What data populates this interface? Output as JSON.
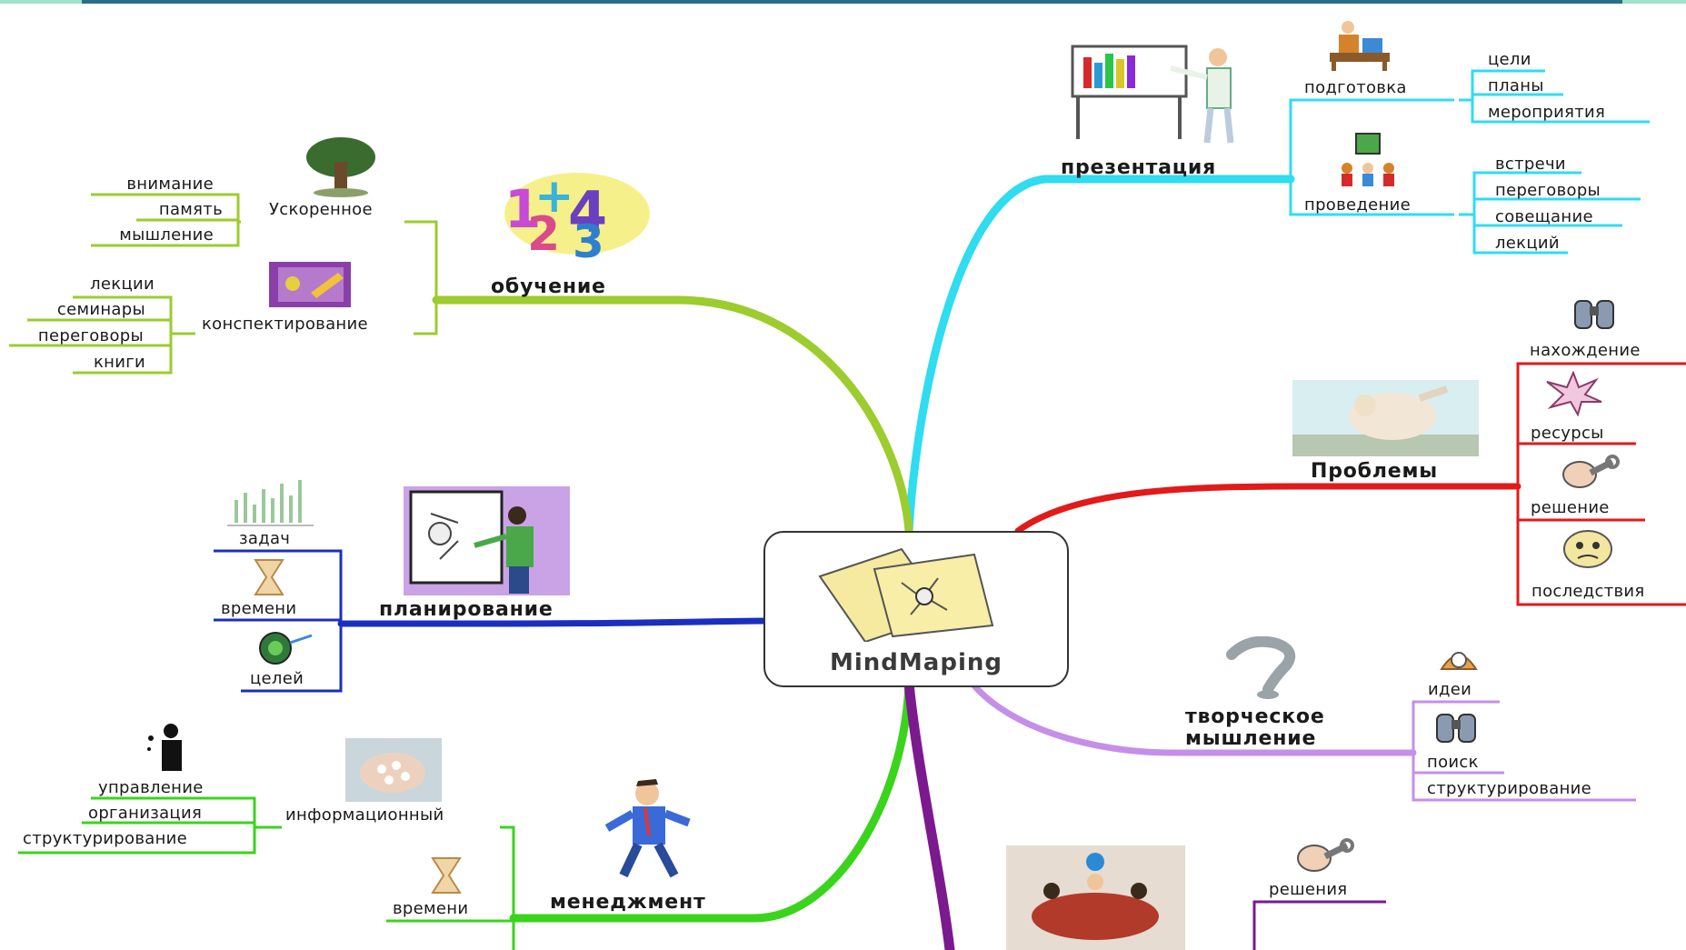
{
  "center": {
    "title": "MindMaping"
  },
  "branches": {
    "obuchenie": {
      "label": "обучение",
      "sub1": {
        "label": "Ускоренное",
        "items": [
          "внимание",
          "память",
          "мышление"
        ]
      },
      "sub2": {
        "label": "конспектирование",
        "items": [
          "лекции",
          "семинары",
          "переговоры",
          "книги"
        ]
      }
    },
    "planirovanie": {
      "label": "планирование",
      "items": [
        "задач",
        "времени",
        "целей"
      ]
    },
    "menedzhment": {
      "label": "менеджмент",
      "sub1": {
        "label": "информационный",
        "items": [
          "управление",
          "организация",
          "структурирование"
        ]
      },
      "sub2": {
        "label": "времени"
      }
    },
    "prezentaciya": {
      "label": "презентация",
      "sub1": {
        "label": "подготовка",
        "items": [
          "цели",
          "планы",
          "мероприятия"
        ]
      },
      "sub2": {
        "label": "проведение",
        "items": [
          "встречи",
          "переговоры",
          "совещание",
          "лекций"
        ]
      }
    },
    "problemy": {
      "label": "Проблемы",
      "items": [
        "нахождение",
        "ресурсы",
        "решение",
        "последствия"
      ]
    },
    "tvorcheskoe": {
      "label_line1": "творческое",
      "label_line2": "мышление",
      "items": [
        "идеи",
        "поиск",
        "структурирование"
      ]
    },
    "bottom": {
      "items": [
        "решения"
      ]
    }
  },
  "colors": {
    "obuchenie": "#9ccc2e",
    "planirovanie": "#1a2fbf",
    "menedzhment": "#3ad41c",
    "prezentaciya": "#2fdcf0",
    "problemy": "#e21a1a",
    "tvorcheskoe": "#c58fe8",
    "bottom": "#7a1a8e"
  },
  "icons": {
    "center": "crossed-maps-icon",
    "obuchenie": "colorful-numbers-icon",
    "uskorennoe": "tree-icon",
    "konspektirovanie": "notebook-icon",
    "planirovanie": "presenter-board-icon",
    "zadach": "bar-chart-icon",
    "vremeni": "hourglass-icon",
    "celey": "target-icon",
    "menedzhment": "running-businessman-icon",
    "upravlenie": "silhouette-icon",
    "informacionnyy": "hands-puzzle-icon",
    "prezentaciya": "chart-presenter-icon",
    "podgotovka": "desk-worker-icon",
    "provedenie": "meeting-people-icon",
    "problemy": "thinking-figure-icon",
    "nahozhdenie": "binoculars-icon",
    "resursy": "starburst-icon",
    "reshenie": "wrench-hand-icon",
    "posledstviya": "worried-face-icon",
    "tvorcheskoe": "question-mark-icon",
    "idei": "clock-icon",
    "poisk": "binoculars-icon",
    "bottom": "round-table-icon",
    "resheniya": "wrench-hand-icon"
  }
}
